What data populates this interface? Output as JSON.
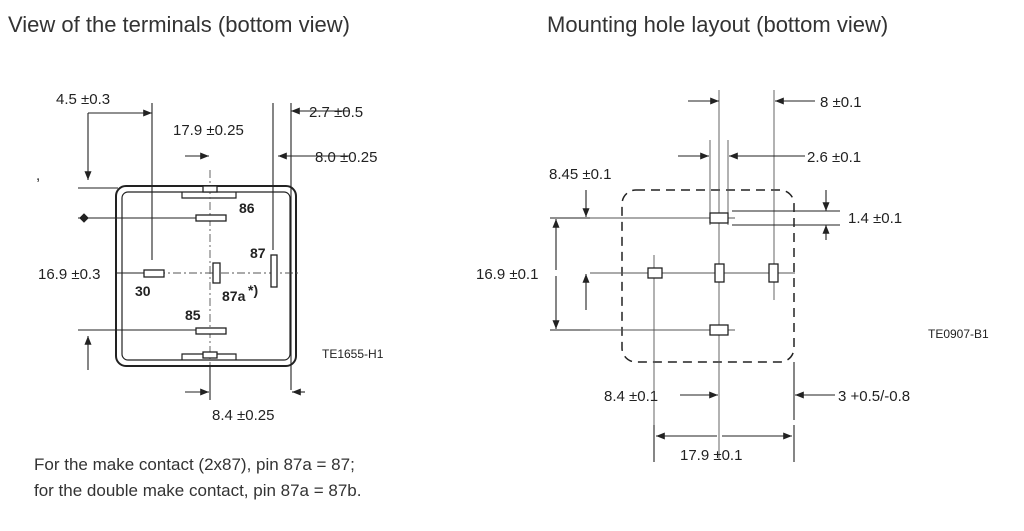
{
  "titles": {
    "left": "View of the terminals (bottom view)",
    "right": "Mounting hole layout (bottom view)"
  },
  "left_diagram": {
    "dims": {
      "d1": "4.5 ±0.3",
      "d2": "17.9 ±0.25",
      "d3": "2.7 ±0.5",
      "d4": "8.0 ±0.25",
      "d5": "16.9 ±0.3",
      "d6": "8.4 ±0.25"
    },
    "pins": {
      "p86": "86",
      "p87": "87",
      "p30": "30",
      "p87a": "87a",
      "p87a_sup": "*)",
      "p85": "85"
    },
    "ref": "TE1655-H1"
  },
  "right_diagram": {
    "dims": {
      "d1": "8 ±0.1",
      "d2": "2.6 ±0.1",
      "d3": "8.45 ±0.1",
      "d4": "1.4 ±0.1",
      "d5": "16.9 ±0.1",
      "d6": "8.4 ±0.1",
      "d7": "3 +0.5/-0.8",
      "d8": "17.9 ±0.1"
    },
    "ref": "TE0907-B1"
  },
  "stray_mark": ",",
  "note": {
    "line1": "For the make contact (2x87), pin 87a = 87;",
    "line2": "for the double make contact, pin 87a = 87b."
  }
}
